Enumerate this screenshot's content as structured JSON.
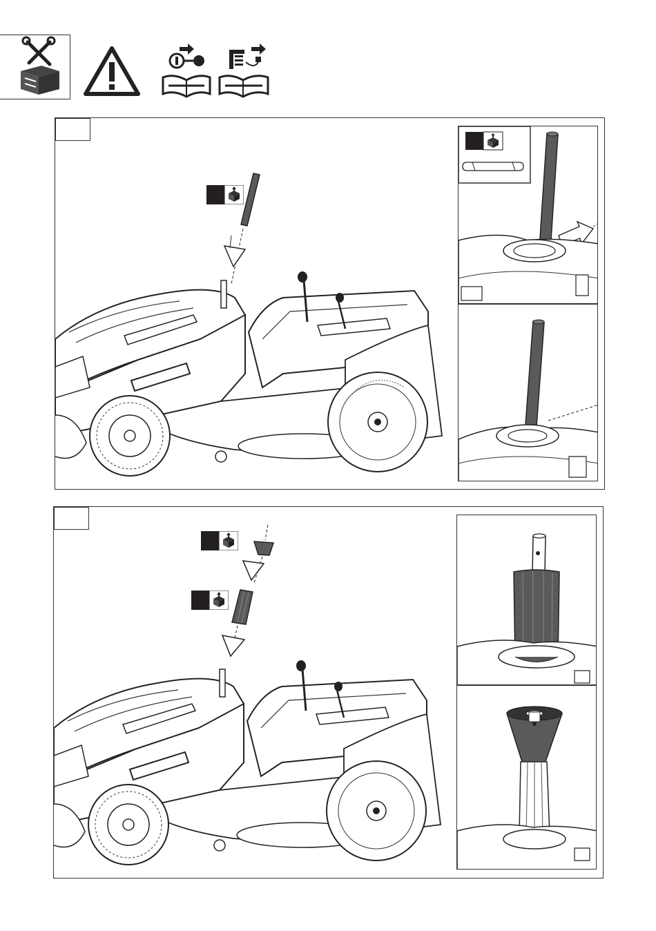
{
  "header": {
    "icons": [
      {
        "name": "tools-box-icon"
      },
      {
        "name": "warning-triangle-icon"
      },
      {
        "name": "remove-key-manual-icon"
      },
      {
        "name": "disconnect-spark-plug-manual-icon"
      }
    ]
  },
  "steps": [
    {
      "number": "",
      "insets": 2,
      "parts": [
        "steering-shaft",
        "pin"
      ]
    },
    {
      "number": "",
      "insets": 2,
      "parts": [
        "steering-cone",
        "steering-sleeve"
      ]
    }
  ],
  "colors": {
    "line": "#222222",
    "part_fill": "#5a5a5a",
    "dark_square": "#231f20"
  }
}
